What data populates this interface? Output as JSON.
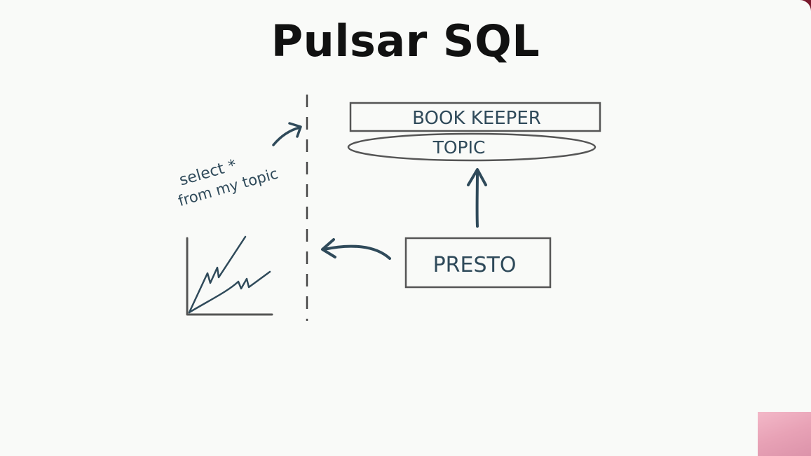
{
  "title": "Pulsar SQL",
  "nodes": {
    "bookkeeper": "BOOK KEEPER",
    "topic": "TOPIC",
    "presto": "PRESTO"
  },
  "annotation": {
    "line1": "select *",
    "line2": "from my topic"
  },
  "colors": {
    "ink": "#2f4a5a",
    "box_stroke": "#555555",
    "background": "#f9faf8"
  }
}
